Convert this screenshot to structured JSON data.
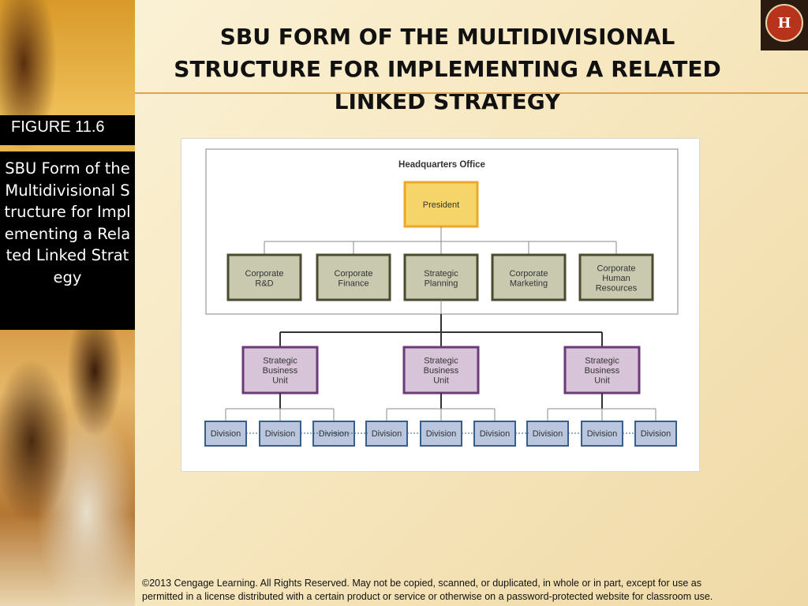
{
  "slide": {
    "title_lines": [
      "SBU FORM OF THE MULTIDIVISIONAL",
      "STRUCTURE FOR IMPLEMENTING A RELATED",
      "LINKED STRATEGY"
    ],
    "figure_label": "FIGURE  11.6",
    "figure_caption": "SBU Form of the Multidivisional Structure for Implementing a Related Linked Strategy",
    "footer_lines": [
      "©2013 Cengage Learning.  All Rights Reserved.  May not be copied, scanned, or duplicated, in whole or in part, except for use as",
      "permitted in a license distributed with a certain product or service or otherwise on a password-protected website for classroom use."
    ]
  },
  "org_chart": {
    "headquarters_label": "Headquarters Office",
    "president": "President",
    "corporate_units": [
      [
        "Corporate",
        "R&D"
      ],
      [
        "Corporate",
        "Finance"
      ],
      [
        "Strategic",
        "Planning"
      ],
      [
        "Corporate",
        "Marketing"
      ],
      [
        "Corporate",
        "Human",
        "Resources"
      ]
    ],
    "sbus": [
      [
        "Strategic",
        "Business",
        "Unit"
      ],
      [
        "Strategic",
        "Business",
        "Unit"
      ],
      [
        "Strategic",
        "Business",
        "Unit"
      ]
    ],
    "divisions": [
      [
        "Division",
        "Division",
        "Division"
      ],
      [
        "Division",
        "Division",
        "Division"
      ],
      [
        "Division",
        "Division",
        "Division"
      ]
    ]
  },
  "colors": {
    "president_fill": "#f5d56a",
    "president_border": "#e8a92a",
    "corporate_fill": "#c9c9b0",
    "corporate_border": "#4b4b31",
    "sbu_fill": "#d8c4d8",
    "sbu_border": "#6a3a79",
    "division_fill": "#b9c6de",
    "division_border": "#365f8d"
  },
  "icons": {
    "logo": "publisher-logo-icon"
  }
}
